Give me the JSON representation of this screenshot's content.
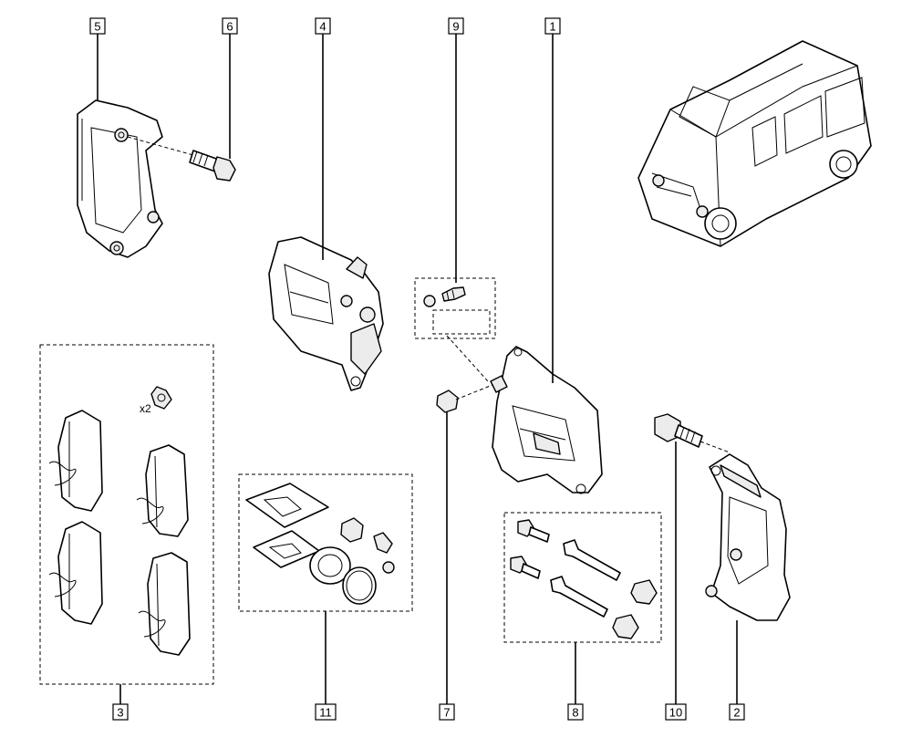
{
  "callouts": {
    "c1": "1",
    "c2": "2",
    "c3": "3",
    "c4": "4",
    "c5": "5",
    "c6": "6",
    "c7": "7",
    "c8": "8",
    "c9": "9",
    "c10": "10",
    "c11": "11"
  },
  "quantity_label": "x2"
}
